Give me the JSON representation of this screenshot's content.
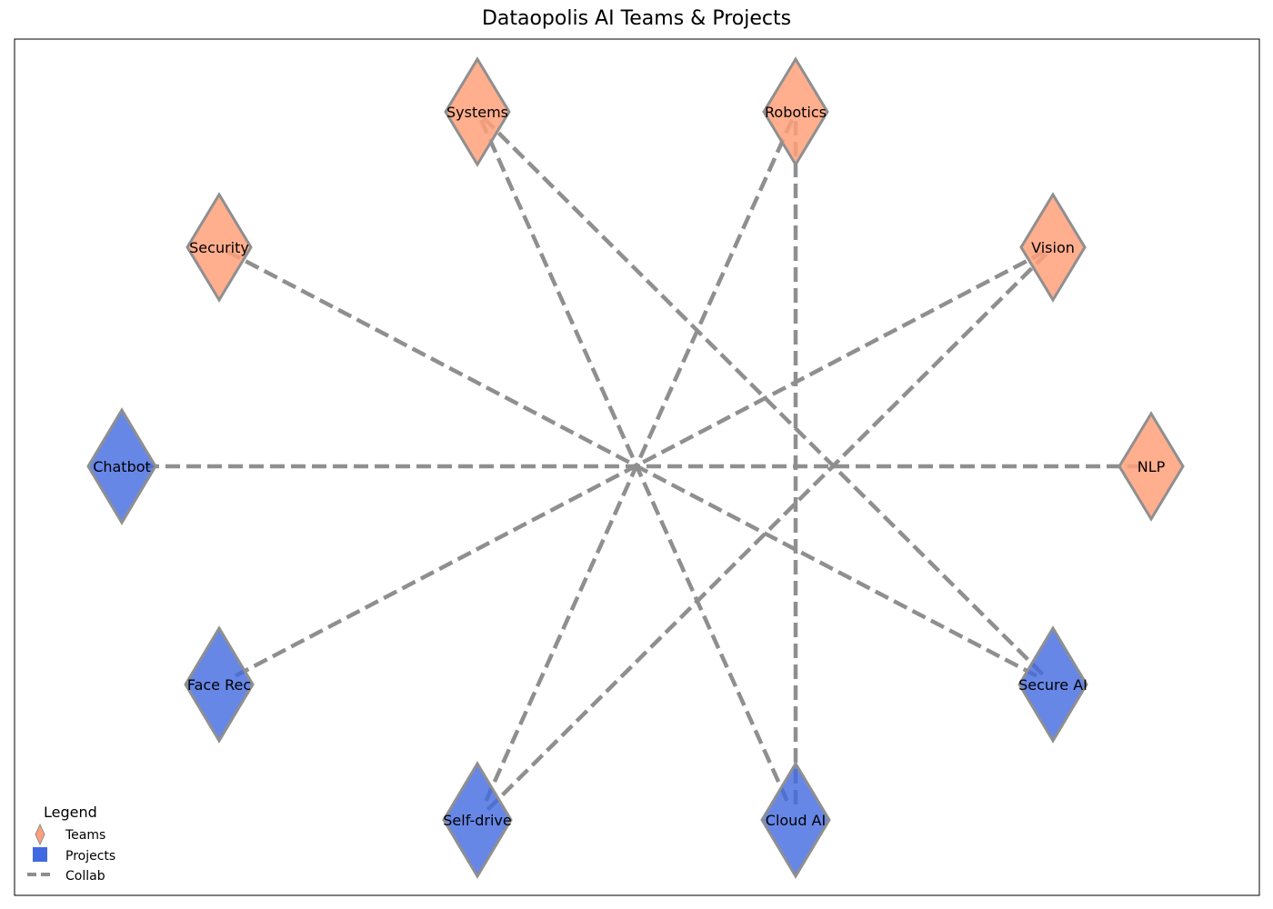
{
  "title": "Dataopolis AI Teams & Projects",
  "colors": {
    "team_fill": "#FFA07A",
    "project_fill": "#4169E1",
    "node_stroke": "#8f8f8f",
    "edge": "#8f8f8f",
    "frame": "#000000"
  },
  "nodes": [
    {
      "id": "systems",
      "label": "Systems",
      "group": "team"
    },
    {
      "id": "robotics",
      "label": "Robotics",
      "group": "team"
    },
    {
      "id": "security",
      "label": "Security",
      "group": "team"
    },
    {
      "id": "vision",
      "label": "Vision",
      "group": "team"
    },
    {
      "id": "chatbot",
      "label": "Chatbot",
      "group": "project"
    },
    {
      "id": "nlp",
      "label": "NLP",
      "group": "team"
    },
    {
      "id": "facerec",
      "label": "Face Rec",
      "group": "project"
    },
    {
      "id": "secureai",
      "label": "Secure AI",
      "group": "project"
    },
    {
      "id": "selfdrive",
      "label": "Self-drive",
      "group": "project"
    },
    {
      "id": "cloudai",
      "label": "Cloud AI",
      "group": "project"
    }
  ],
  "edges": [
    {
      "from": "systems",
      "to": "cloudai",
      "style": "dashed"
    },
    {
      "from": "systems",
      "to": "secureai",
      "style": "dashed"
    },
    {
      "from": "robotics",
      "to": "selfdrive",
      "style": "dashed"
    },
    {
      "from": "robotics",
      "to": "cloudai",
      "style": "dashed"
    },
    {
      "from": "security",
      "to": "secureai",
      "style": "dashed"
    },
    {
      "from": "vision",
      "to": "facerec",
      "style": "dashed"
    },
    {
      "from": "vision",
      "to": "selfdrive",
      "style": "dashed"
    },
    {
      "from": "nlp",
      "to": "chatbot",
      "style": "dashed"
    }
  ],
  "legend": {
    "title": "Legend",
    "items": [
      {
        "label": "Teams",
        "marker": "diamond",
        "color": "#FFA07A"
      },
      {
        "label": "Projects",
        "marker": "square",
        "color": "#4169E1"
      },
      {
        "label": "Collab",
        "marker": "dashed-line",
        "color": "#8f8f8f"
      }
    ]
  }
}
